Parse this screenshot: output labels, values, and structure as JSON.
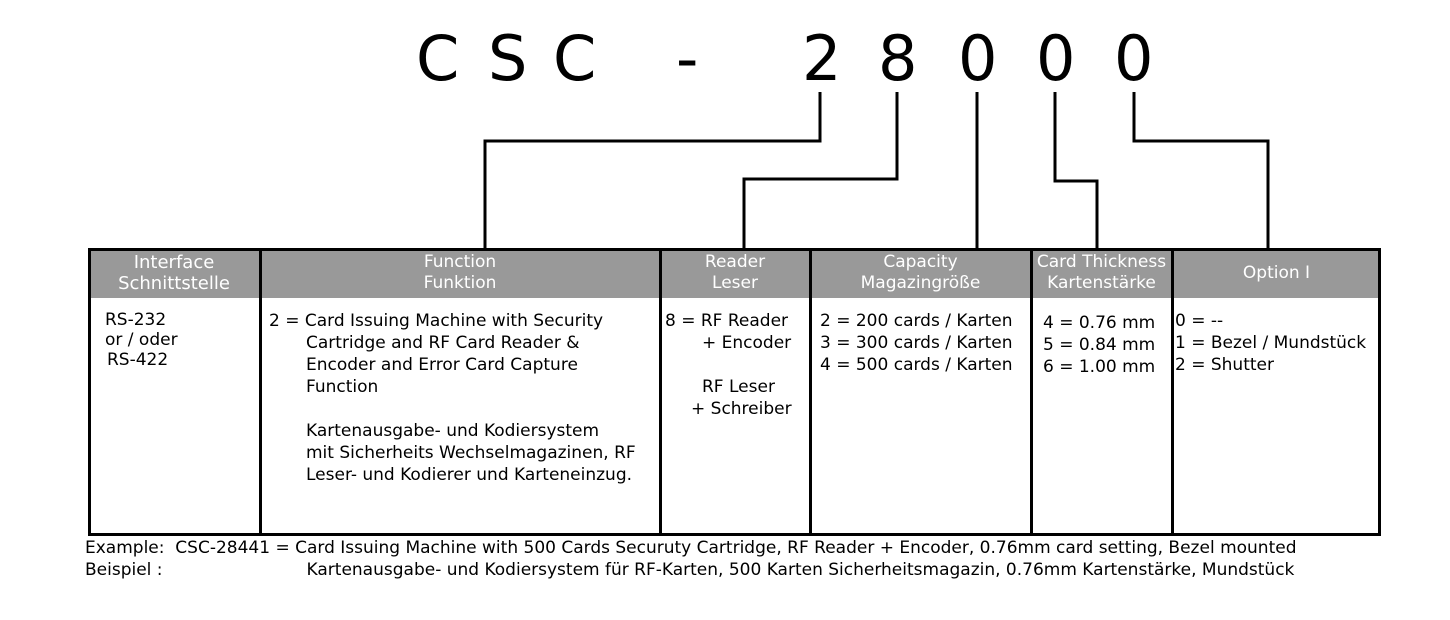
{
  "model_code": {
    "chars": [
      "C",
      "S",
      "C",
      "-",
      "2",
      "8",
      "0",
      "0",
      "0"
    ]
  },
  "columns": [
    {
      "id": "interface",
      "header": [
        "Interface",
        "Schnittstelle"
      ],
      "lines": [
        "RS-232",
        "or / oder",
        "RS-422"
      ]
    },
    {
      "id": "function",
      "header": [
        "Function",
        "Funktion"
      ],
      "lines": [
        "2 = Card Issuing Machine with Security",
        "Cartridge and RF Card Reader &",
        "Encoder and Error Card Capture",
        "Function",
        "",
        "Kartenausgabe- und Kodiersystem",
        "mit Sicherheits Wechselmagazinen, RF",
        "Leser- und Kodierer und Karteneinzug."
      ]
    },
    {
      "id": "reader",
      "header": [
        "Reader",
        "Leser"
      ],
      "lines": [
        "8 = RF Reader",
        "+ Encoder",
        "",
        "RF Leser",
        "+ Schreiber"
      ]
    },
    {
      "id": "capacity",
      "header": [
        "Capacity",
        "Magazingröße"
      ],
      "lines": [
        "2 = 200 cards / Karten",
        "3 = 300 cards / Karten",
        "4 = 500 cards / Karten"
      ]
    },
    {
      "id": "thickness",
      "header": [
        "Card Thickness",
        "Kartenstärke"
      ],
      "lines": [
        "4 = 0.76 mm",
        "5 = 0.84 mm",
        "6 = 1.00 mm"
      ]
    },
    {
      "id": "option",
      "header": [
        "Option I"
      ],
      "lines": [
        "0 = --",
        "1 = Bezel / Mundstück",
        "2 = Shutter"
      ]
    }
  ],
  "footer": {
    "example_label": "Example:",
    "example_text": "CSC-28441 = Card Issuing Machine with 500 Cards Securuty Cartridge, RF Reader + Encoder, 0.76mm card setting, Bezel mounted",
    "beispiel_label": "Beispiel :",
    "beispiel_text": "Kartenausgabe- und Kodiersystem für RF-Karten, 500 Karten Sicherheitsmagazin, 0.76mm Kartenstärke, Mundstück"
  }
}
